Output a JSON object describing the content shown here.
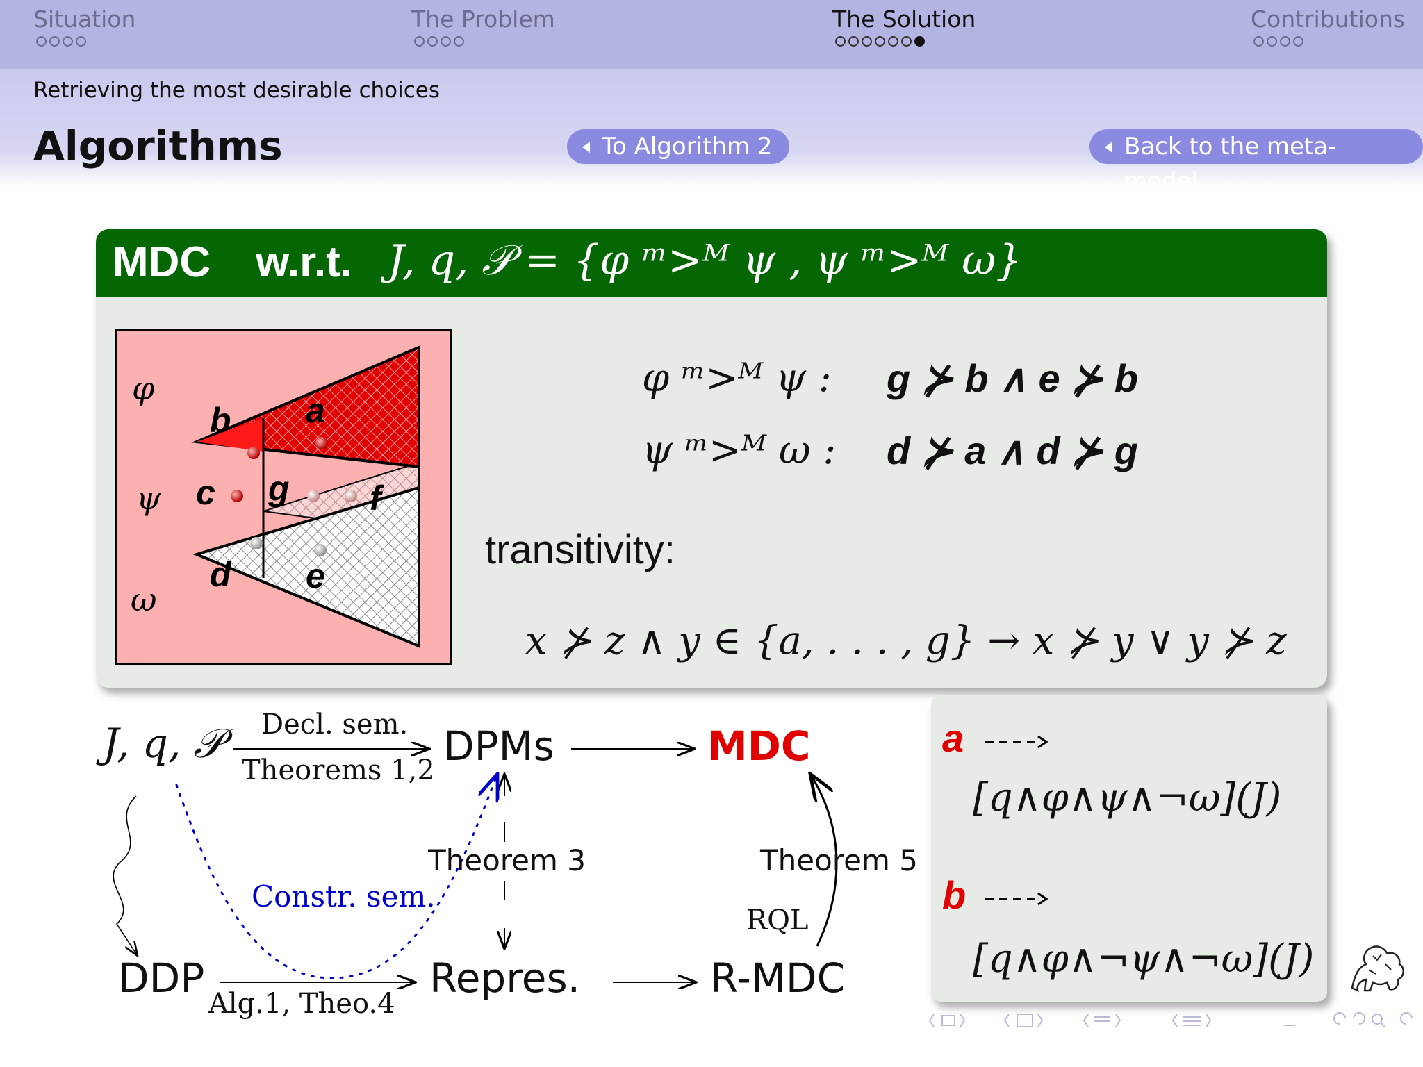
{
  "nav": {
    "sections": [
      {
        "label": "Situation",
        "dots": 4,
        "filled": -1
      },
      {
        "label": "The Problem",
        "dots": 4,
        "filled": -1
      },
      {
        "label": "The Solution",
        "dots": 7,
        "filled": 6
      },
      {
        "label": "Contributions",
        "dots": 4,
        "filled": -1
      }
    ]
  },
  "subsection": "Retrieving the most desirable choices",
  "frame_title": "Algorithms",
  "buttons": {
    "to_algorithm": "To Algorithm 2",
    "back_meta": "Back to the meta-model"
  },
  "block": {
    "title_mdc": "MDC",
    "title_wrt": "w.r.t.",
    "title_formula": "J, q, 𝒫 = {φ ᵐ>ᴹ ψ , ψ ᵐ>ᴹ ω}"
  },
  "venn": {
    "row_labels": [
      "φ",
      "ψ",
      "ω"
    ],
    "points": [
      "a",
      "b",
      "c",
      "d",
      "e",
      "f",
      "g"
    ]
  },
  "relations": [
    {
      "lhs": "φ ᵐ>ᴹ ψ :",
      "rhs": "g ⊁ b ∧ e ⊁ b"
    },
    {
      "lhs": "ψ ᵐ>ᴹ ω :",
      "rhs": "d ⊁ a ∧ d ⊁ g"
    }
  ],
  "transitivity": {
    "label": "transitivity:",
    "formula": "x ⊁ z ∧ y ∈ {a, . . . , g} → x ⊁ y ∨ y ⊁ z"
  },
  "diagram": {
    "input": "J, q, 𝒫",
    "decl_sem": "Decl. sem.",
    "theorems12": "Theorems 1,2",
    "dpms": "DPMs",
    "mdc": "MDC",
    "theorem3": "Theorem 3",
    "theorem5": "Theorem 5",
    "constr_sem": "Constr. sem.",
    "rql": "RQL",
    "ddp": "DDP",
    "alg": "Alg.1, Theo.4",
    "repres": "Repres.",
    "rmdc": "R-MDC"
  },
  "side": {
    "a_label": "a",
    "a_formula": "[q∧φ∧ψ∧¬ω](J)",
    "b_label": "b",
    "b_formula": "[q∧φ∧¬ψ∧¬ω](J)"
  },
  "colors": {
    "nav_bg": "#b4b4e3",
    "block_title_bg": "#046704",
    "accent_red": "#e00000",
    "button_bg": "#8a8ae0",
    "link_blue": "#0000cc"
  }
}
